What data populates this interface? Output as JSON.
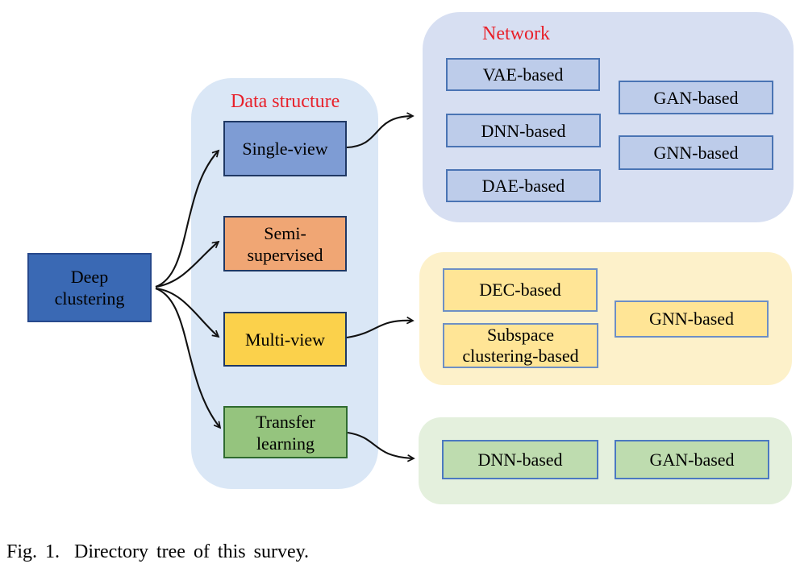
{
  "figure": {
    "root": {
      "label": "Deep\nclustering"
    },
    "data_structure": {
      "title": "Data structure",
      "items": [
        {
          "label": "Single-view"
        },
        {
          "label": "Semi-\nsupervised"
        },
        {
          "label": "Multi-view"
        },
        {
          "label": "Transfer\nlearning"
        }
      ]
    },
    "network": {
      "title": "Network",
      "left_items": [
        {
          "label": "VAE-based"
        },
        {
          "label": "DNN-based"
        },
        {
          "label": "DAE-based"
        }
      ],
      "right_items": [
        {
          "label": "GAN-based"
        },
        {
          "label": "GNN-based"
        }
      ]
    },
    "multi_view_group": {
      "items": [
        {
          "label": "DEC-based"
        },
        {
          "label": "Subspace\nclustering-based"
        },
        {
          "label": "GNN-based"
        }
      ]
    },
    "transfer_group": {
      "items": [
        {
          "label": "DNN-based"
        },
        {
          "label": "GAN-based"
        }
      ]
    },
    "caption": {
      "figure_label": "Fig. 1.",
      "text": "Directory tree of this survey."
    },
    "colors": {
      "title_red": "#e8202a",
      "root_fill": "#3a69b4",
      "single_view_fill": "#7e9cd4",
      "semi_supervised_fill": "#f0a674",
      "multi_view_fill": "#fbd14b",
      "transfer_fill": "#95c47e",
      "network_container": "#d7dff2",
      "data_structure_container": "#dae7f6",
      "multi_view_container": "#fdf1ca",
      "transfer_container": "#e4f0dd",
      "network_box_fill": "#bdccea",
      "multi_view_box_fill": "#ffe596",
      "transfer_box_fill": "#bedcaf"
    }
  }
}
